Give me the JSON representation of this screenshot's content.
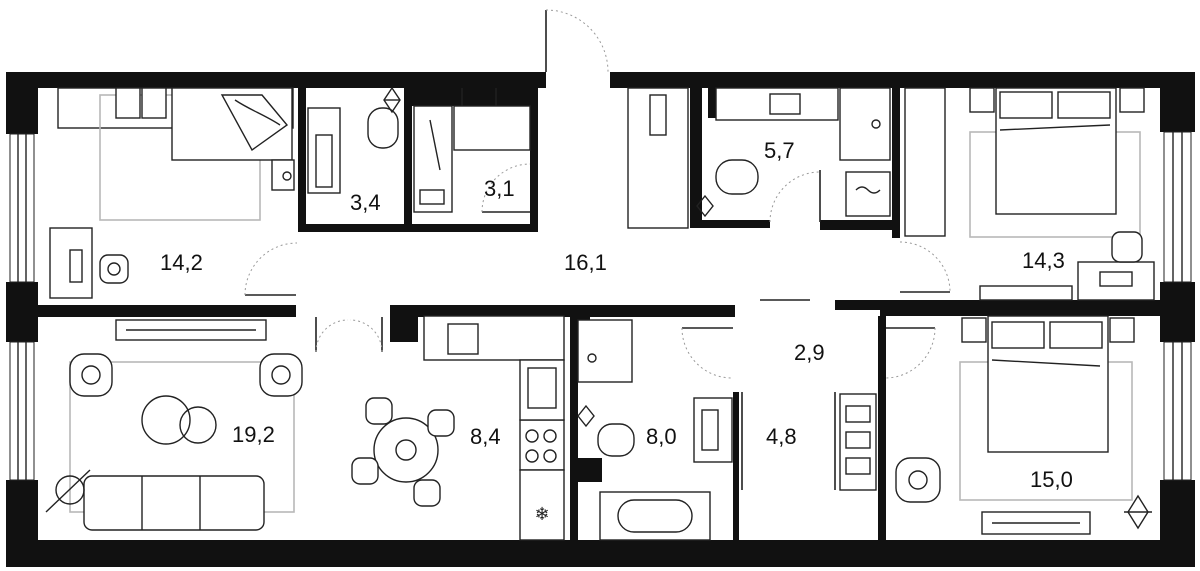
{
  "rooms": [
    {
      "id": "bedroom-left",
      "area": "14,2"
    },
    {
      "id": "bathroom-small",
      "area": "3,4"
    },
    {
      "id": "wardrobe",
      "area": "3,1"
    },
    {
      "id": "hallway",
      "area": "16,1"
    },
    {
      "id": "bathroom-right",
      "area": "5,7"
    },
    {
      "id": "bedroom-top-right",
      "area": "14,3"
    },
    {
      "id": "living-room",
      "area": "19,2"
    },
    {
      "id": "kitchen",
      "area": "8,4"
    },
    {
      "id": "bathroom-center",
      "area": "8,0"
    },
    {
      "id": "corridor",
      "area": "2,9"
    },
    {
      "id": "storage",
      "area": "4,8"
    },
    {
      "id": "bedroom-bottom-right",
      "area": "15,0"
    }
  ],
  "icons": [
    "armchair-icon",
    "bed-icon",
    "sofa-icon",
    "bathtub-icon",
    "toilet-icon",
    "sink-icon",
    "stove-icon",
    "plant-icon",
    "washing-machine-icon",
    "floor-lamp-icon",
    "dining-table-icon"
  ],
  "colors": {
    "wall": "#111111",
    "furniture_outline": "#222222",
    "rug": "#b8b8b8"
  }
}
